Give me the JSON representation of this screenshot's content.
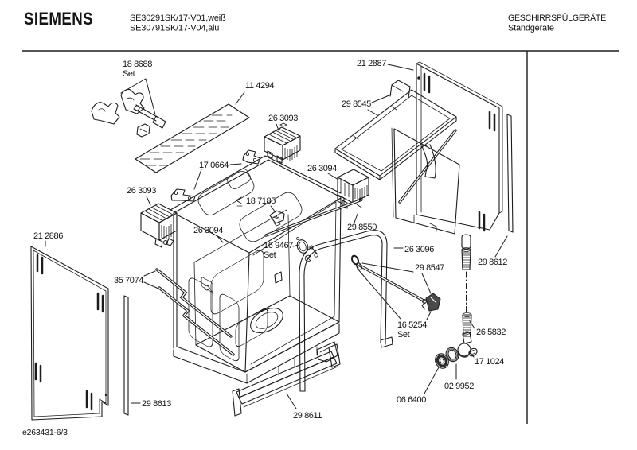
{
  "header": {
    "brand": "SIEMENS",
    "model_line1": "SE30291SK/17-V01,weiß",
    "model_line2": "SE30791SK/17-V04,alu",
    "category": "GESCHIRRSPÜLGERÄTE",
    "subcategory": "Standgeräte"
  },
  "footer": {
    "doc_number": "e263431-6/3"
  },
  "diagram": {
    "description": "Exploded parts view of a freestanding dishwasher"
  },
  "parts": [
    {
      "id": "188688",
      "label": "18 8688",
      "sublabel": "Set"
    },
    {
      "id": "114294",
      "label": "11 4294"
    },
    {
      "id": "263093-top",
      "label": "26 3093"
    },
    {
      "id": "212887",
      "label": "21 2887"
    },
    {
      "id": "298545",
      "label": "29 8545"
    },
    {
      "id": "263094-right",
      "label": "26 3094"
    },
    {
      "id": "170664",
      "label": "17 0664"
    },
    {
      "id": "263093-left",
      "label": "26 3093"
    },
    {
      "id": "187185",
      "label": "18 7185"
    },
    {
      "id": "263094-left",
      "label": "26 3094"
    },
    {
      "id": "298550",
      "label": "29 8550"
    },
    {
      "id": "212886",
      "label": "21 2886"
    },
    {
      "id": "169467",
      "label": "16 9467",
      "sublabel": "Set"
    },
    {
      "id": "263096",
      "label": "26 3096"
    },
    {
      "id": "298547",
      "label": "29 8547"
    },
    {
      "id": "298612",
      "label": "29 8612"
    },
    {
      "id": "357074",
      "label": "35 7074"
    },
    {
      "id": "165254",
      "label": "16 5254",
      "sublabel": "Set"
    },
    {
      "id": "265832",
      "label": "26 5832"
    },
    {
      "id": "171024",
      "label": "17 1024"
    },
    {
      "id": "029952",
      "label": "02 9952"
    },
    {
      "id": "066400",
      "label": "06 6400"
    },
    {
      "id": "298613",
      "label": "29 8613"
    },
    {
      "id": "298611",
      "label": "29 8611"
    }
  ]
}
